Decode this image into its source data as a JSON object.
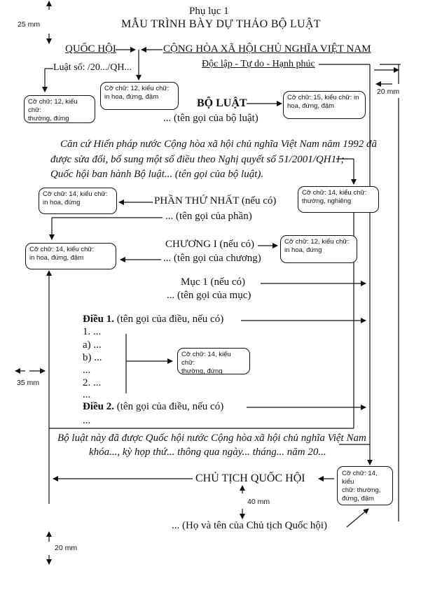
{
  "header": {
    "appendix": "Phụ lục 1",
    "title": "MẪU TRÌNH BÀY DỰ THẢO BỘ LUẬT"
  },
  "issuer": "QUỐC HỘI",
  "motto": {
    "line1": "CỘNG HÒA XÃ HỘI CHỦ NGHĨA VIỆT NAM",
    "line2": "Độc lập - Tự do - Hạnh phúc"
  },
  "law_number": "Luật số:   /20.../QH...",
  "law_type": "BỘ LUẬT",
  "law_name": "... (tên gọi của bộ luật)",
  "preamble": [
    "Căn cứ Hiến pháp nước Cộng hòa  xã hội chủ nghĩa Việt Nam năm 1992 đã",
    "được sửa đổi, bổ sung một số điều theo Nghị quyết số 51/2001/QH11;",
    "Quốc hội ban hành Bộ luật... (tên gọi của bộ luật)."
  ],
  "part": {
    "title": "PHẦN THỨ NHẤT (nếu có)",
    "name": "... (tên gọi của phần)"
  },
  "chapter": {
    "title": "CHƯƠNG I (nếu có)",
    "name": "... (tên gọi của chương)"
  },
  "section": {
    "title": "Mục 1 (nếu có)",
    "name": "... (tên gọi của mục)"
  },
  "article1": {
    "label": "Điều 1.",
    "name": " (tên gọi của điều, nếu có)"
  },
  "items": [
    "1. ...",
    "a) ...",
    "b) ...",
    "...",
    "2. ...",
    "..."
  ],
  "article2": {
    "label": "Điều 2.",
    "name": " (tên gọi của điều, nếu có)"
  },
  "article2_more": "...",
  "closing": [
    "Bộ luật  này đã được Quốc hội nước Cộng hòa xã hội chủ nghĩa Việt Nam",
    "khóa..., kỳ họp thứ... thông qua ngày... tháng... năm 20..."
  ],
  "signer_title": "CHỦ TỊCH QUỐC HỘI",
  "signer_name": "... (Họ và tên của Chủ tịch Quốc hội)",
  "measures": {
    "top": "25 mm",
    "right": "20 mm",
    "left": "35 mm",
    "bottom": "20 mm",
    "sign_gap": "40 mm"
  },
  "notes": {
    "n1": [
      "Cỡ chữ: 12, kiểu chữ:",
      "thường, đứng"
    ],
    "n2": [
      "Cỡ chữ: 12, kiểu chữ:",
      "in hoa, đứng, đậm"
    ],
    "n3": [
      "Cỡ chữ: 15, kiểu chữ: in",
      "hoa, đứng, đậm"
    ],
    "n4": [
      "Cỡ chữ: 14, kiểu chữ:",
      "in hoa, đứng"
    ],
    "n5": [
      "Cỡ chữ: 14, kiểu chữ:",
      "thường, nghiêng"
    ],
    "n6": [
      "Cỡ chữ: 14, kiểu chữ:",
      "in hoa, đứng, đậm"
    ],
    "n7": [
      "Cỡ chữ: 12, kiểu chữ:",
      "in hoa, đứng"
    ],
    "n8": [
      "Cỡ chữ: 14, kiểu chữ:",
      "thường, đứng"
    ],
    "n9": [
      "Cỡ chữ: 14, kiểu",
      "chữ: thường,",
      "đứng, đậm"
    ]
  }
}
